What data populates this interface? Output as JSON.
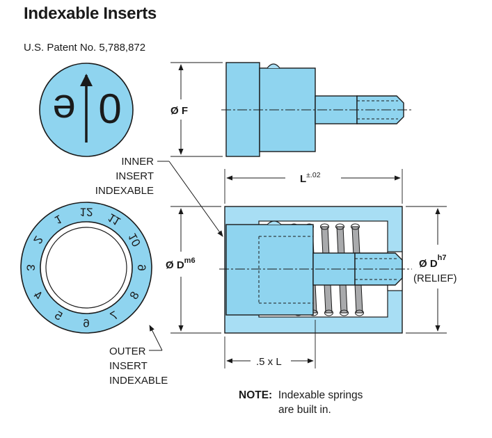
{
  "header": {
    "title": "Indexable Inserts",
    "patent": "U.S. Patent No. 5,788,872"
  },
  "colors": {
    "part_fill": "#8fd4ef",
    "part_fill_light": "#a8def4",
    "outline": "#1a1a1a",
    "spring": "#a9aaac"
  },
  "top_insert": {
    "left_glyph": "e",
    "right_glyph": "0"
  },
  "dial": {
    "numbers": [
      "1",
      "2",
      "3",
      "4",
      "5",
      "6",
      "7",
      "8",
      "9",
      "10",
      "11",
      "12"
    ]
  },
  "dimensions": {
    "F": "Ø F",
    "L_base": "L",
    "L_tol": "±.02",
    "D_base": "Ø D",
    "D_tol": "m6",
    "Dh_base": "Ø D",
    "Dh_tol": "h7",
    "relief": "(RELIEF)",
    "half_L": ".5 x L"
  },
  "callouts": {
    "inner": [
      "INNER",
      "INSERT",
      "INDEXABLE"
    ],
    "outer": [
      "OUTER",
      "INSERT",
      "INDEXABLE"
    ]
  },
  "note": {
    "label": "NOTE:",
    "line1": "Indexable springs",
    "line2": "are built in."
  }
}
